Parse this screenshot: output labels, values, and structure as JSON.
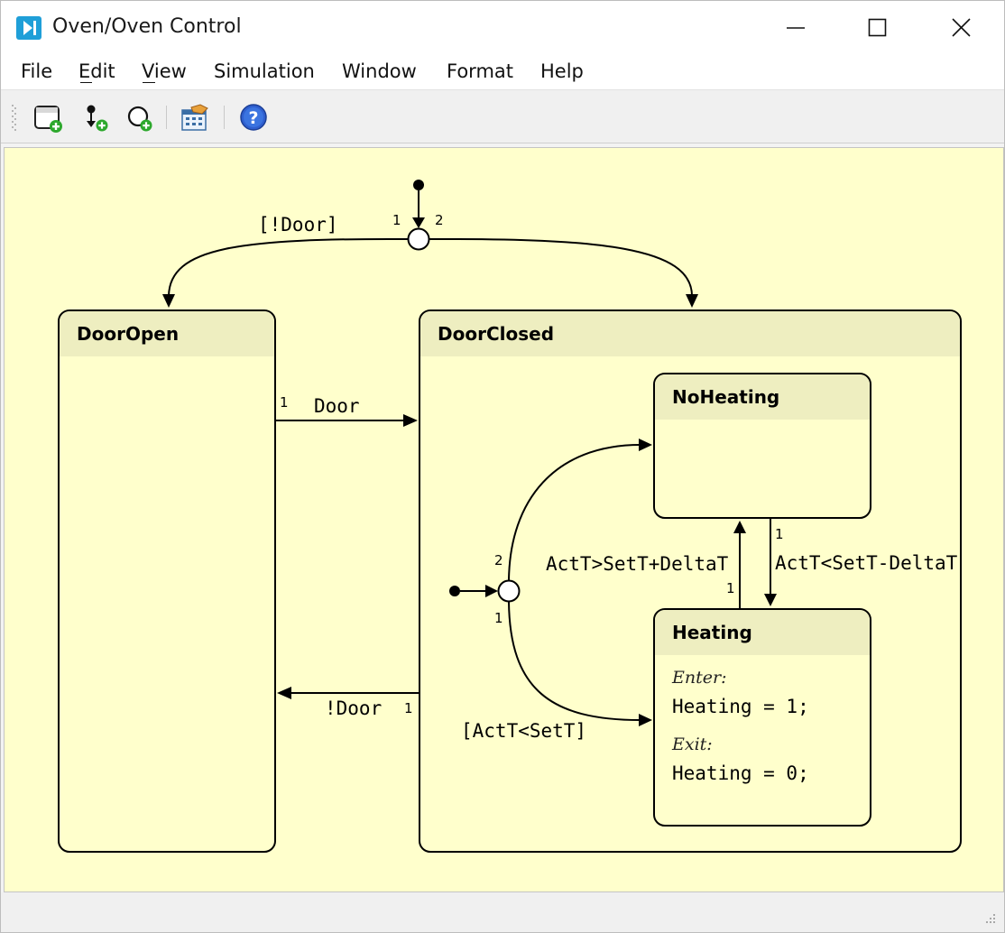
{
  "window": {
    "title": "Oven/Oven Control"
  },
  "menu": {
    "items": [
      "File",
      "Edit",
      "View",
      "Simulation",
      "Window",
      "Format",
      "Help"
    ]
  },
  "toolbar": {
    "buttons": [
      "new-state-icon",
      "new-initial-state-icon",
      "new-connector-icon",
      "simulation-config-icon",
      "help-icon"
    ]
  },
  "diagram": {
    "states": {
      "door_open": {
        "name": "DoorOpen"
      },
      "door_closed": {
        "name": "DoorClosed"
      },
      "no_heating": {
        "name": "NoHeating"
      },
      "heating": {
        "name": "Heating",
        "enter_label": "Enter:",
        "enter_code": "Heating = 1;",
        "exit_label": "Exit:",
        "exit_code": "Heating = 0;"
      }
    },
    "transitions": {
      "not_door_guard": "[!Door]",
      "door": "Door",
      "not_door": "!Door",
      "act_gt": "ActT>SetT+DeltaT",
      "act_lt": "ActT<SetT-DeltaT",
      "act_lt_set": "[ActT<SetT]"
    },
    "priorities": {
      "top_left": "1",
      "top_right": "2",
      "door": "1",
      "not_door": "1",
      "inner_upper": "2",
      "inner_lower": "1",
      "no_heating_out": "1",
      "heating_out": "1"
    }
  }
}
